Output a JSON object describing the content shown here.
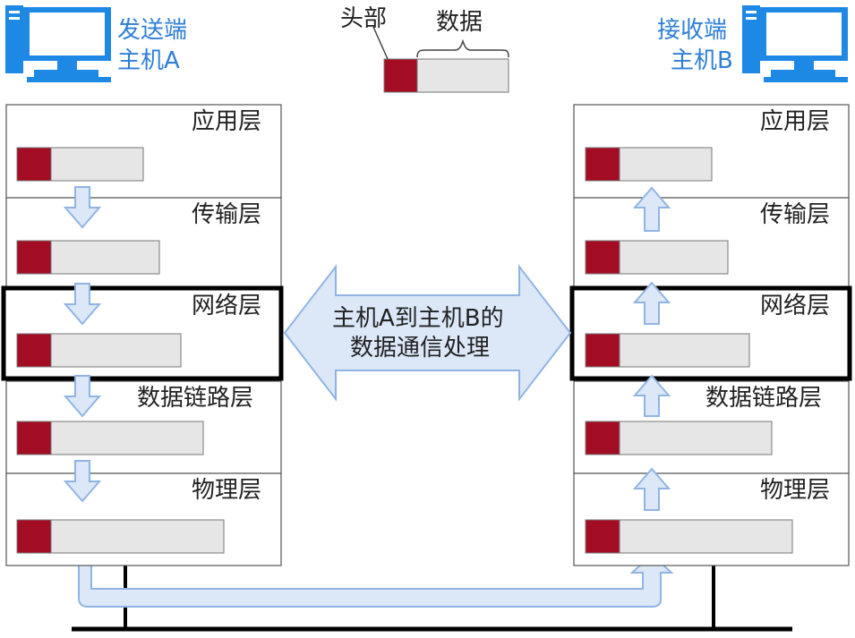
{
  "legend": {
    "header": "头部",
    "data": "数据"
  },
  "host_a": {
    "line1": "发送端",
    "line2": "主机A"
  },
  "host_b": {
    "line1": "接收端",
    "line2": "主机B"
  },
  "layers": [
    "应用层",
    "传输层",
    "网络层",
    "数据链路层",
    "物理层"
  ],
  "center_arrow": {
    "line1": "主机A到主机B的",
    "line2": "数据通信处理"
  },
  "colors": {
    "header_block": "#a30d24",
    "data_block": "#e6e6e6",
    "arrow_fill": "#dce8f8",
    "arrow_stroke": "#8fb4e3",
    "computer_blue": "#1e88e5",
    "host_text": "#2e7fd6",
    "highlight_border": "#000000"
  }
}
